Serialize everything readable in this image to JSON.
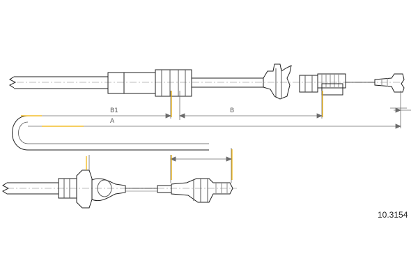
{
  "drawing": {
    "part_number": "10.3154",
    "dimension_labels": {
      "b1": "B1",
      "b": "B",
      "a": "A"
    },
    "colors": {
      "outline": "#1f1f1f",
      "thin": "#7a7a7a",
      "dimension": "#6b6b6b",
      "highlight": "#f0b000",
      "background": "#ffffff"
    }
  }
}
